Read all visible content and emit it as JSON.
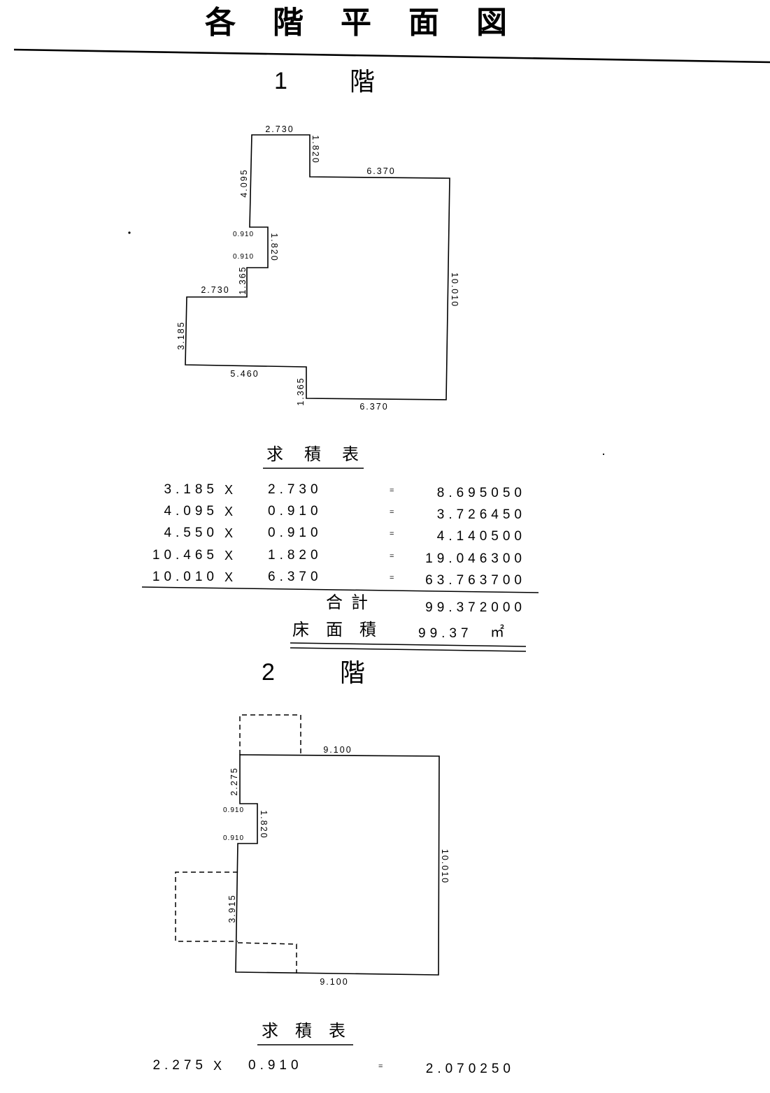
{
  "title": "各階平面図",
  "colors": {
    "ink": "#000000",
    "paper": "#ffffff"
  },
  "floor1": {
    "number": "1",
    "unit": "階",
    "dimensions": {
      "top_width": "2.730",
      "top_step_height": "1.820",
      "upper_right_width": "6.370",
      "right_height": "10.010",
      "bottom_right_width": "6.370",
      "bottom_step_height": "1.365",
      "bottom_left_width": "5.460",
      "left_height": "3.185",
      "mid_left_width": "2.730",
      "mid_step_height": "1.365",
      "notch_lower_width": "0.910",
      "notch_height": "1.820",
      "notch_upper_width": "0.910",
      "upper_left_height": "4.095"
    },
    "area_table": {
      "heading": "求積表",
      "multiply_sign": "X",
      "equals_sign": "=",
      "rows": [
        {
          "a": "3.185",
          "b": "2.730",
          "result": "8.695050"
        },
        {
          "a": "4.095",
          "b": "0.910",
          "result": "3.726450"
        },
        {
          "a": "4.550",
          "b": "0.910",
          "result": "4.140500"
        },
        {
          "a": "10.465",
          "b": "1.820",
          "result": "19.046300"
        },
        {
          "a": "10.010",
          "b": "6.370",
          "result": "63.763700"
        }
      ],
      "total_label": "合計",
      "total_value": "99.372000",
      "floor_area_label": "床面積",
      "floor_area_value": "99.37",
      "floor_area_unit": "㎡"
    }
  },
  "floor2": {
    "number": "2",
    "unit": "階",
    "dimensions": {
      "top_width": "9.100",
      "right_height": "10.010",
      "bottom_width": "9.100",
      "lower_left_height": "3.915",
      "notch_lower_width": "0.910",
      "notch_height": "1.820",
      "notch_upper_width": "0.910",
      "upper_left_height": "2.275"
    },
    "area_table": {
      "heading": "求積表",
      "multiply_sign": "X",
      "equals_sign": "=",
      "rows": [
        {
          "a": "2.275",
          "b": "0.910",
          "result": "2.070250"
        }
      ]
    }
  }
}
